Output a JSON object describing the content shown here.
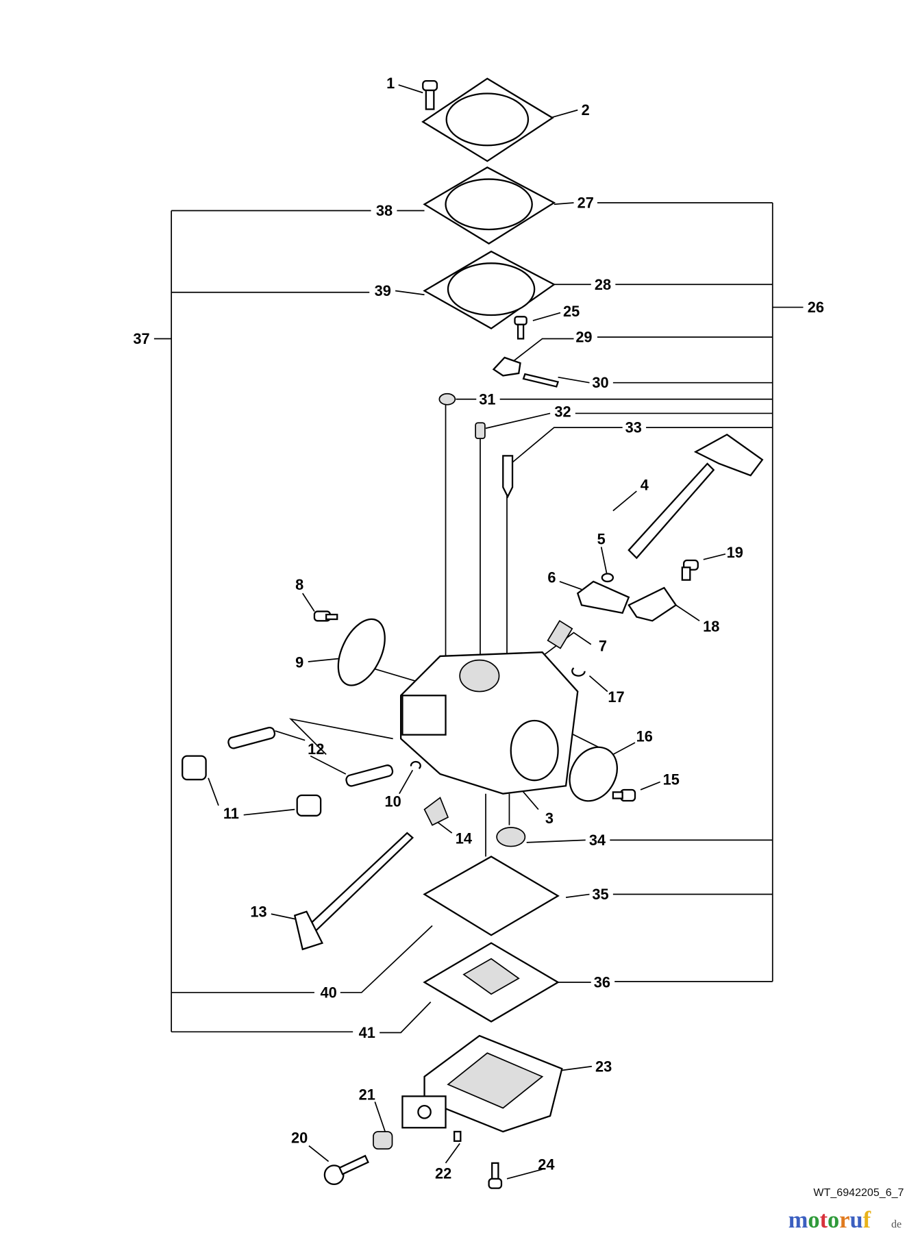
{
  "diagram": {
    "type": "exploded parts diagram",
    "part_labels": [
      "1",
      "2",
      "3",
      "4",
      "5",
      "6",
      "7",
      "8",
      "9",
      "10",
      "11",
      "12",
      "13",
      "14",
      "15",
      "16",
      "17",
      "18",
      "19",
      "20",
      "21",
      "22",
      "23",
      "24",
      "25",
      "26",
      "27",
      "28",
      "29",
      "30",
      "31",
      "32",
      "33",
      "34",
      "35",
      "36",
      "37",
      "38",
      "39",
      "40",
      "41"
    ]
  },
  "footer": {
    "drawing_id": "WT_6942205_6_7",
    "watermark": {
      "letters": [
        "m",
        "o",
        "t",
        "o",
        "r",
        "u",
        "f"
      ],
      "colors": [
        "#3b5fc0",
        "#2f9a3a",
        "#d8323c",
        "#2f9a3a",
        "#e07a1f",
        "#3b5fc0",
        "#e8b21a"
      ],
      "suffix": "de"
    }
  }
}
